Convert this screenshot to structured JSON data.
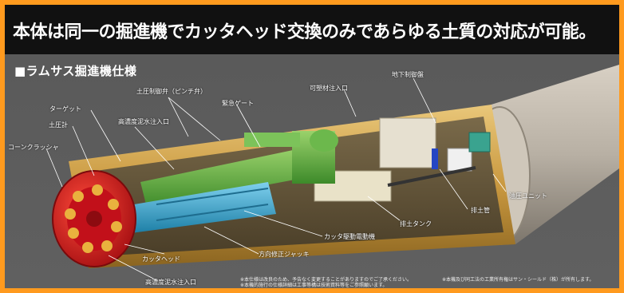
{
  "headline": "本体は同一の掘進機でカッタヘッド交換のみであらゆる土質の対応が可能。",
  "section_title": "■ラムサス掘進機仕様",
  "labels": {
    "earth_pressure_valve": "土圧制御弁（ピンチ弁）",
    "emergency_gate": "緊急ゲート",
    "plasticizer_inlet": "可塑材注入口",
    "underground_panel": "地下制御盤",
    "target": "ターゲット",
    "high_conc_inlet_top": "高濃度泥水注入口",
    "earth_pressure_meter": "土圧計",
    "cone_crusher": "コーンクラッシャ",
    "hydraulic_unit": "油圧ユニット",
    "discharge_pipe": "排土管",
    "mud_tank": "排土タンク",
    "cutter_motor": "カッタ駆動電動機",
    "direction_jack": "方向修正ジャッキ",
    "cutter_head": "カッタヘッド",
    "high_conc_inlet_bottom": "高濃度泥水注入口"
  },
  "notes": {
    "left_line1": "※本仕様は改良のため、予告なく変更することがありますのでご了承ください。",
    "left_line2": "※本機的施行の仕様詳細は工事等構は技術資料等をご参照願います。",
    "right": "※本機及び同工法の工業所有権はサン・シールド（株）が所有します。"
  },
  "colors": {
    "frame": "#ff9a1e",
    "headline_bg": "#111111",
    "cutter_red": "#d8141a",
    "green_motor": "#5fae3e",
    "blue_jack": "#2a9fc9",
    "shell_gold": "#d9b15a"
  }
}
